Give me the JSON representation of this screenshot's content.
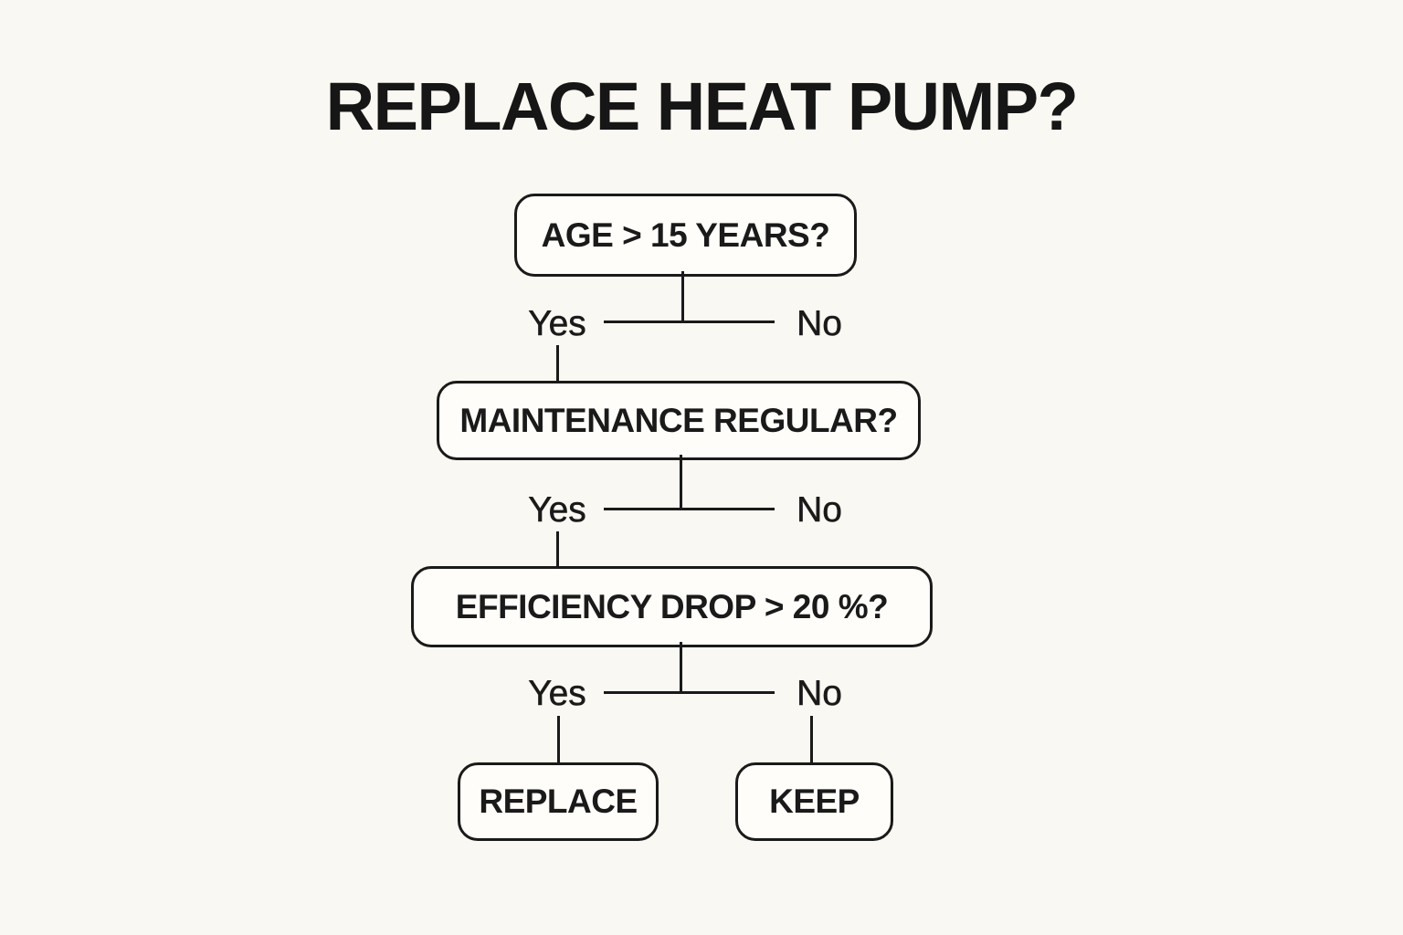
{
  "title": "REPLACE HEAT PUMP?",
  "flowchart": {
    "nodes": {
      "age": {
        "label": "AGE > 15 YEARS?"
      },
      "maintenance": {
        "label": "MAINTENANCE REGULAR?"
      },
      "efficiency": {
        "label": "EFFICIENCY DROP > 20 %?"
      },
      "replace": {
        "label": "REPLACE"
      },
      "keep": {
        "label": "KEEP"
      }
    },
    "branches": {
      "row1": {
        "yes": "Yes",
        "no": "No"
      },
      "row2": {
        "yes": "Yes",
        "no": "No"
      },
      "row3": {
        "yes": "Yes",
        "no": "No"
      }
    },
    "edges": [
      {
        "from": "age",
        "branch": "Yes",
        "to": "maintenance"
      },
      {
        "from": "maintenance",
        "branch": "Yes",
        "to": "efficiency"
      },
      {
        "from": "efficiency",
        "branch": "Yes",
        "to": "replace"
      },
      {
        "from": "efficiency",
        "branch": "No",
        "to": "keep"
      }
    ],
    "colors": {
      "background": "#faf8f2",
      "node_fill": "#fefdfa",
      "stroke": "#1a1a1a"
    }
  }
}
